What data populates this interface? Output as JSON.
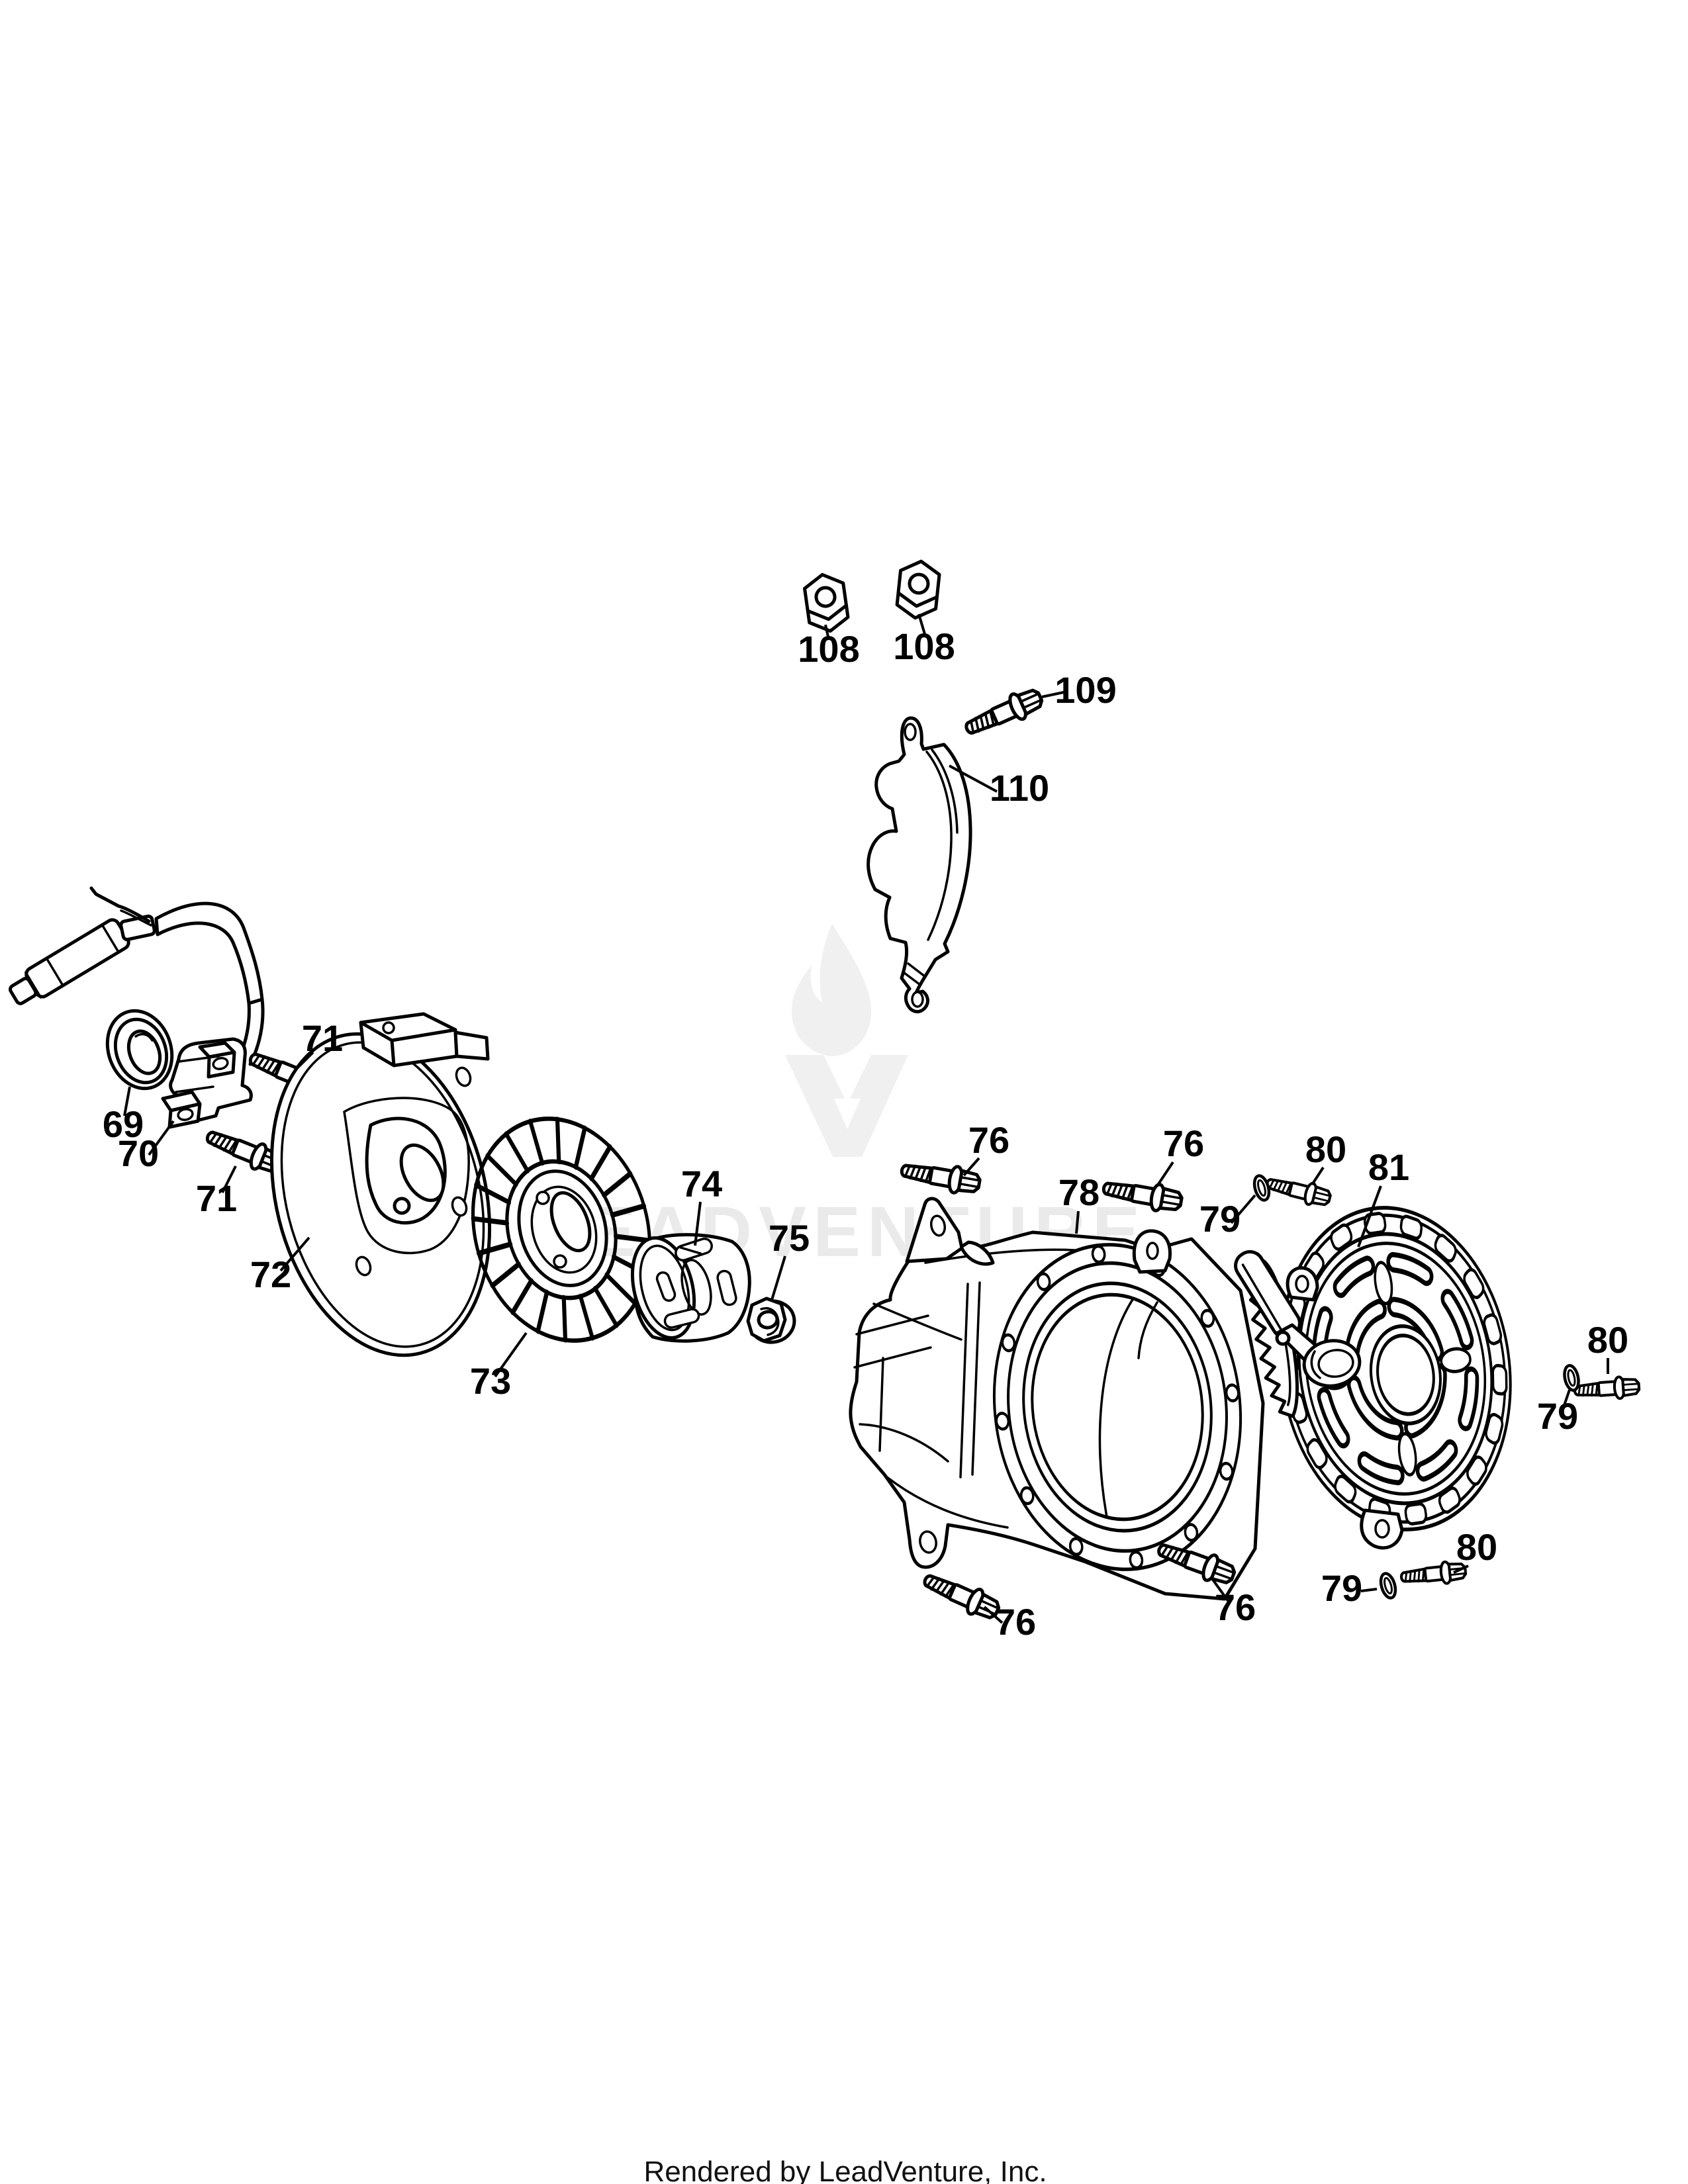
{
  "watermark": {
    "brand_text": "LEADVENTURE",
    "color": "#eaeaea",
    "logo": "flame-and-v-mark"
  },
  "footer": {
    "credit": "Rendered by LeadVenture, Inc."
  },
  "diagram": {
    "background": "#ffffff",
    "line_color": "#000000",
    "callouts": [
      {
        "label": "108"
      },
      {
        "label": "108"
      },
      {
        "label": "109"
      },
      {
        "label": "110"
      },
      {
        "label": "71"
      },
      {
        "label": "69"
      },
      {
        "label": "70"
      },
      {
        "label": "71"
      },
      {
        "label": "72"
      },
      {
        "label": "73"
      },
      {
        "label": "74"
      },
      {
        "label": "75"
      },
      {
        "label": "76"
      },
      {
        "label": "76"
      },
      {
        "label": "78"
      },
      {
        "label": "79"
      },
      {
        "label": "80"
      },
      {
        "label": "81"
      },
      {
        "label": "80"
      },
      {
        "label": "79"
      },
      {
        "label": "76"
      },
      {
        "label": "76"
      },
      {
        "label": "79"
      },
      {
        "label": "80"
      }
    ]
  }
}
